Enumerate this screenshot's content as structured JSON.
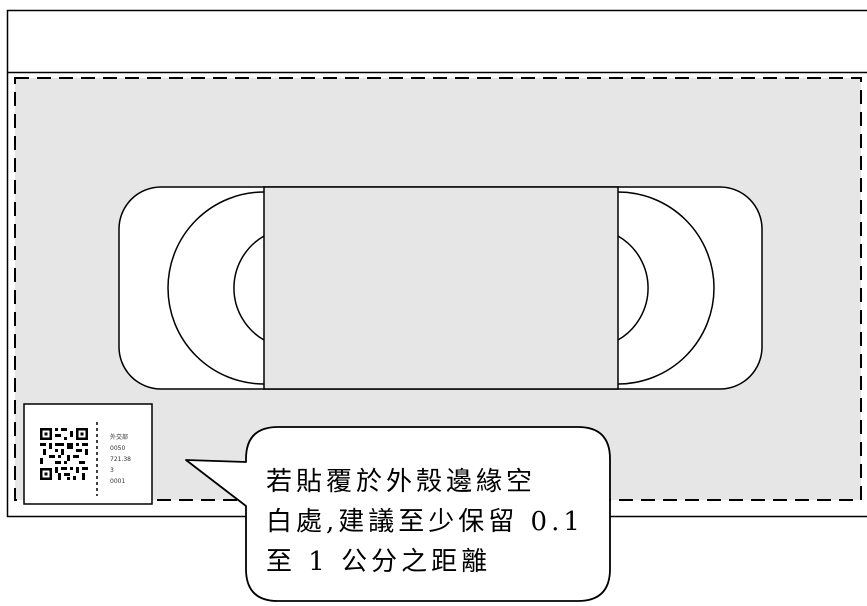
{
  "callout": {
    "line1": "若貼覆於外殼邊緣空",
    "line2": "白處,建議至少保留 0.1",
    "line3": "至 1 公分之距離"
  },
  "label": {
    "line1": "外交部",
    "line2": "0050",
    "line3": "721.38",
    "line4": "3",
    "line5": "0001"
  },
  "colors": {
    "cassette_fill": "#e6e6e6",
    "outline": "#000000",
    "background": "#ffffff"
  }
}
